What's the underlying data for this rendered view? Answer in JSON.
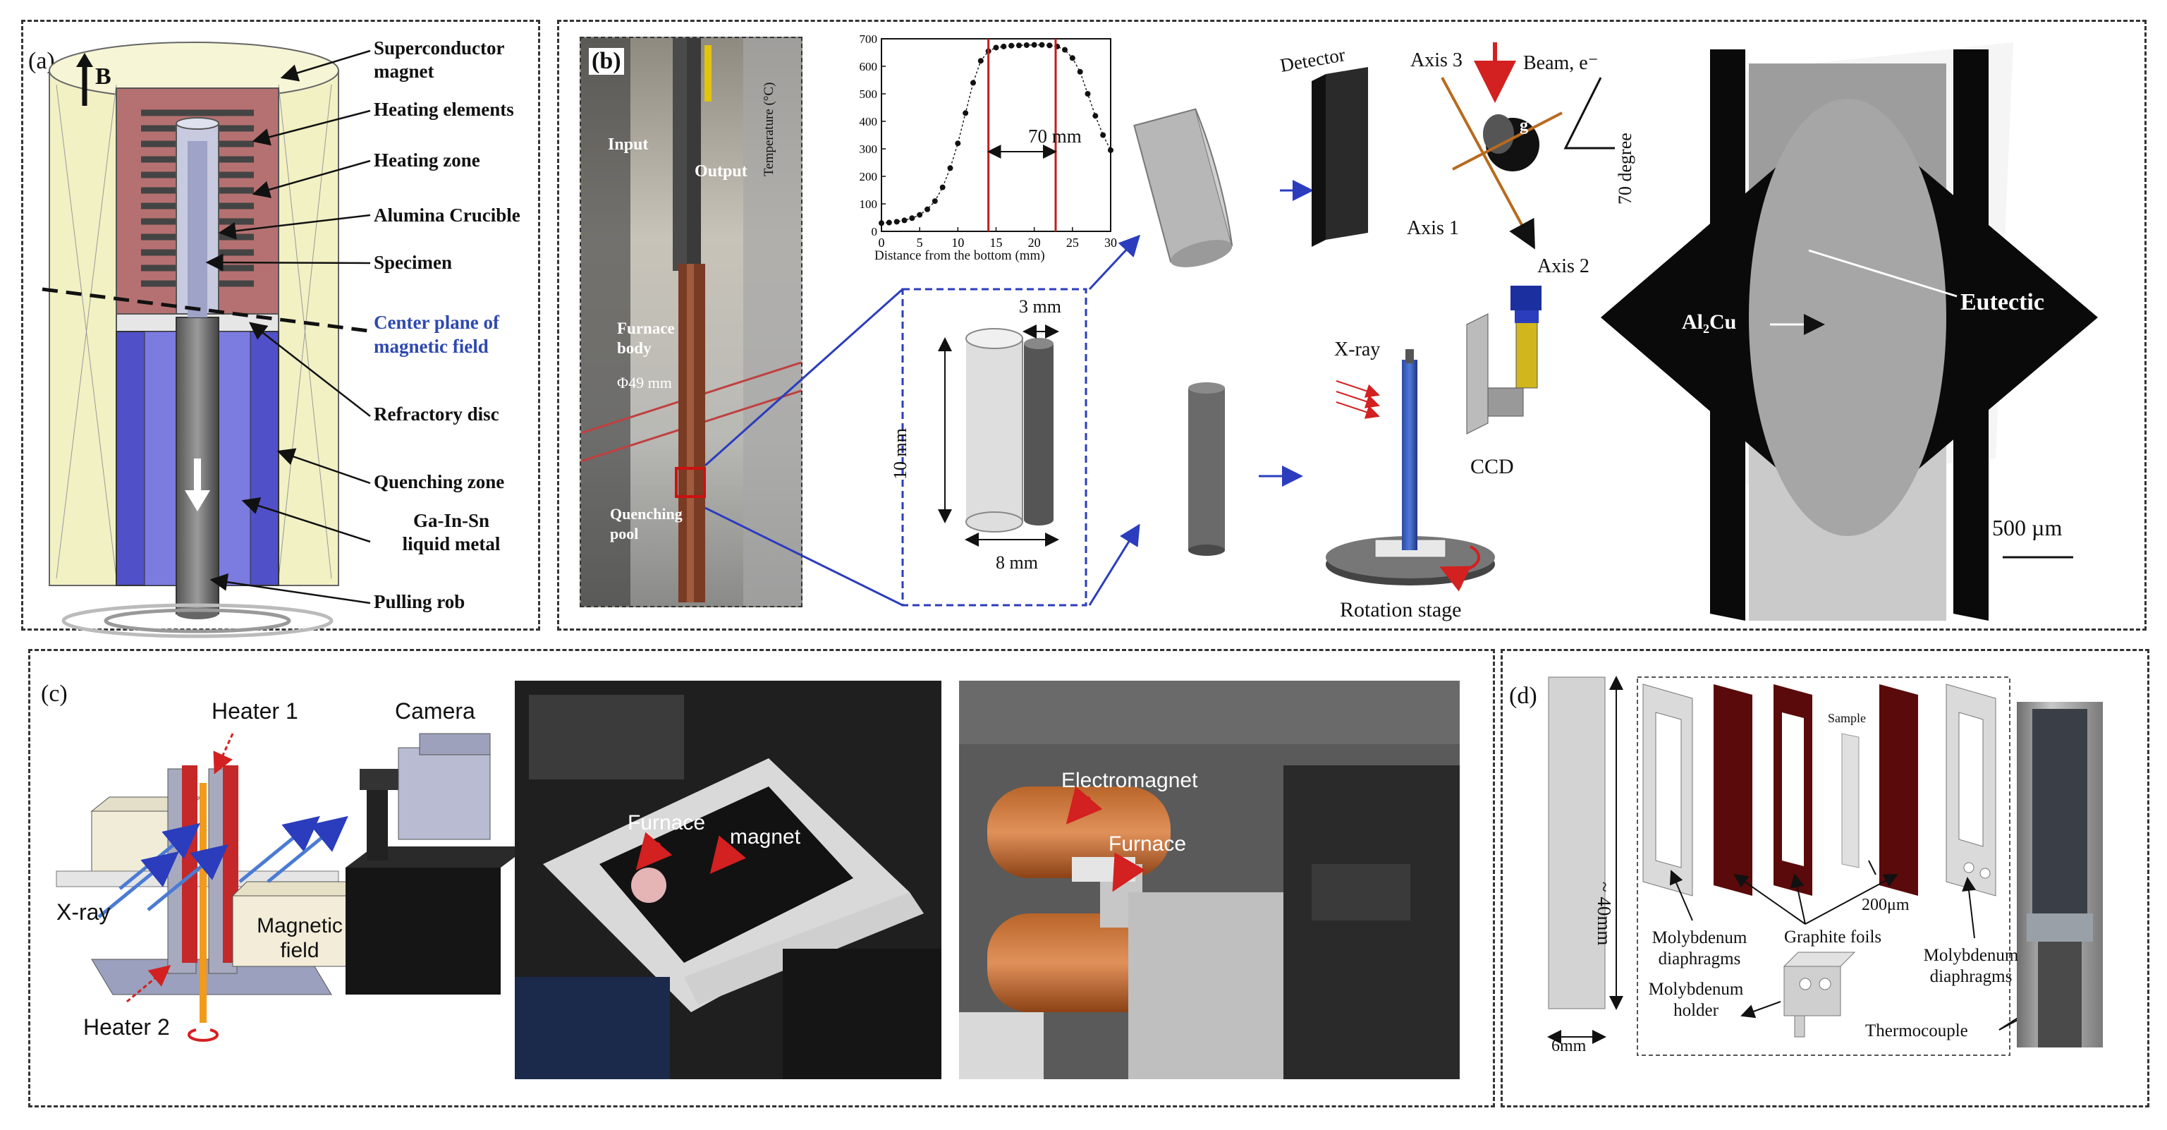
{
  "panel_a": {
    "tag": "(a)",
    "field_symbol": "B",
    "labels": {
      "superconductor_magnet": "Superconductor magnet",
      "heating_elements": "Heating elements",
      "heating_zone": "Heating zone",
      "alumina_crucible": "Alumina Crucible",
      "specimen": "Specimen",
      "center_plane": "Center plane of magnetic field",
      "refractory_disc": "Refractory disc",
      "quenching_zone": "Quenching zone",
      "liquid_metal": "Ga-In-Sn liquid metal",
      "pulling_rob": "Pulling rob"
    }
  },
  "panel_b": {
    "tag": "(b)",
    "photo_labels": {
      "input": "Input",
      "output": "Output",
      "furnace_body": "Furnace body",
      "diameter": "Φ49 mm",
      "quenching_pool": "Quenching pool"
    },
    "inset": {
      "width_label": "3 mm",
      "height_label": "10 mm",
      "diameter_label": "8 mm"
    },
    "tomography": {
      "detector": "Detector",
      "axis3": "Axis 3",
      "axis1": "Axis 1",
      "axis2": "Axis 2",
      "beam": "Beam, e⁻",
      "angle": "70 degree",
      "g": "g",
      "xray": "X-ray",
      "ccd": "CCD",
      "rotation_stage": "Rotation stage"
    },
    "volume": {
      "phase1": "Al₂Cu",
      "phase2": "Eutectic",
      "scale": "500 µm"
    }
  },
  "chart_data": {
    "type": "line",
    "xlabel": "Distance from the bottom (mm)",
    "ylabel": "Temperature (°C)",
    "xlim": [
      0,
      30
    ],
    "ylim": [
      0,
      700
    ],
    "xticks": [
      0,
      5,
      10,
      15,
      20,
      25,
      30
    ],
    "yticks": [
      0,
      100,
      200,
      300,
      400,
      500,
      600,
      700
    ],
    "series": [
      {
        "x": [
          0,
          1,
          2,
          3,
          4,
          5,
          6,
          7,
          8,
          9,
          10,
          11,
          12,
          13,
          14,
          15,
          16,
          17,
          18,
          19,
          20,
          21,
          22,
          23,
          24,
          25,
          26,
          27,
          28,
          29,
          30
        ],
        "values": [
          30,
          32,
          35,
          40,
          48,
          60,
          80,
          110,
          160,
          230,
          320,
          430,
          540,
          620,
          655,
          668,
          672,
          675,
          676,
          677,
          678,
          678,
          676,
          672,
          660,
          630,
          580,
          500,
          420,
          350,
          295
        ]
      }
    ],
    "markers": [
      14,
      22.8
    ],
    "annotation": "70 mm"
  },
  "panel_c": {
    "tag": "(c)",
    "heater1": "Heater 1",
    "heater2": "Heater 2",
    "camera": "Camera",
    "xray": "X-ray",
    "magnetic_field": "Magnetic field",
    "photo1_furnace": "Furnace",
    "photo1_magnet": "magnet",
    "photo2_electromagnet": "Electromagnet",
    "photo2_furnace": "Furnace"
  },
  "panel_d": {
    "tag": "(d)",
    "length": "~ 40mm",
    "width": "6mm",
    "sample": "Sample",
    "thickness": "200μm",
    "mo_diaphragms_left": "Molybdenum diaphragms",
    "graphite_foils": "Graphite foils",
    "mo_diaphragms_right": "Molybdenum diaphragms",
    "mo_holder": "Molybdenum holder",
    "thermocouple": "Thermocouple"
  },
  "colors": {
    "magnet_yellow": "#f1f1c4",
    "heating_red": "#b57171",
    "quench_blue": "#5050c8",
    "dark_red": "#5a0a0a",
    "blue_accent": "#2b3dbd",
    "red_arrow": "#d32020"
  }
}
